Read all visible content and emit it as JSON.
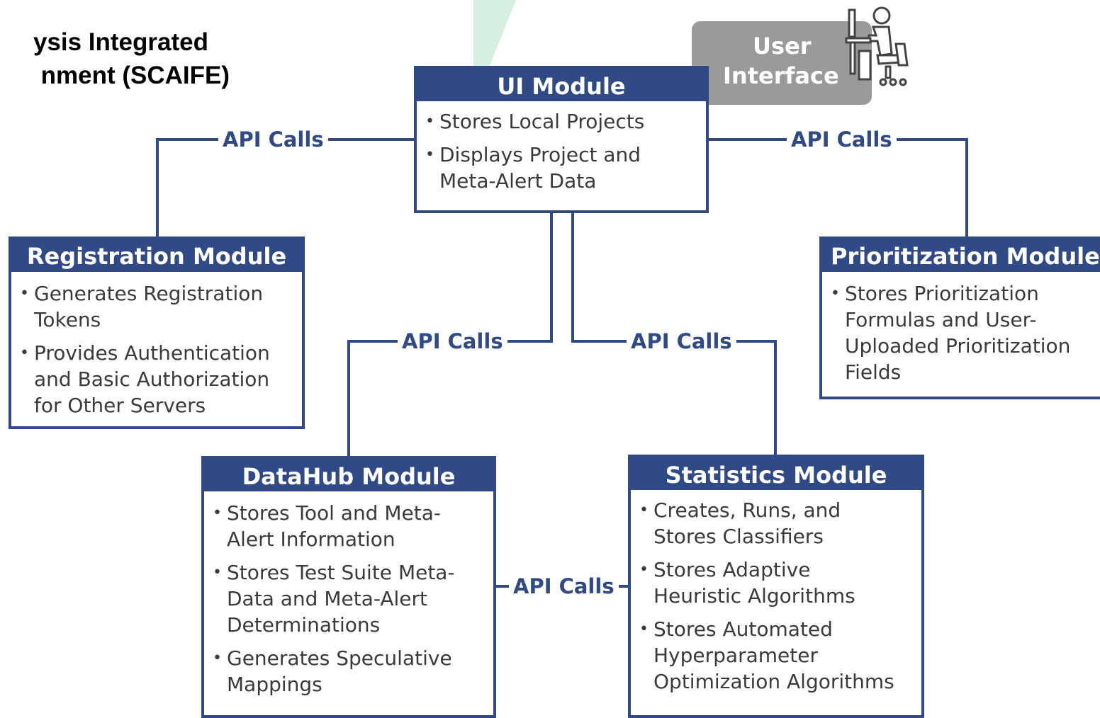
{
  "title": {
    "line1": "ysis Integrated",
    "line2": "nment (SCAIFE)"
  },
  "api_label": "API Calls",
  "user_interface": {
    "line1": "User",
    "line2": "Interface"
  },
  "modules": {
    "ui": {
      "name": "UI Module",
      "bullets": [
        "Stores Local Projects",
        "Displays Project and Meta-Alert Data"
      ]
    },
    "registration": {
      "name": "Registration Module",
      "bullets": [
        "Generates Registration Tokens",
        "Provides Authentication and Basic Authorization for Other Servers"
      ]
    },
    "prioritization": {
      "name": "Prioritization Module",
      "bullets": [
        "Stores Prioritization Formulas and User-Uploaded Prioritization Fields"
      ]
    },
    "datahub": {
      "name": "DataHub Module",
      "bullets": [
        "Stores Tool and Meta-Alert Information",
        "Stores Test Suite Meta-Data and Meta-Alert Determinations",
        "Generates Speculative Mappings"
      ]
    },
    "statistics": {
      "name": "Statistics Module",
      "bullets": [
        "Creates, Runs, and Stores Classifiers",
        "Stores Adaptive Heuristic Algorithms",
        "Stores Automated Hyperparameter Optimization Algorithms"
      ]
    }
  },
  "colors": {
    "module_blue": "#2f4a86",
    "tag_gray": "#9a9a9a",
    "accent_green": "#d5efe0"
  }
}
